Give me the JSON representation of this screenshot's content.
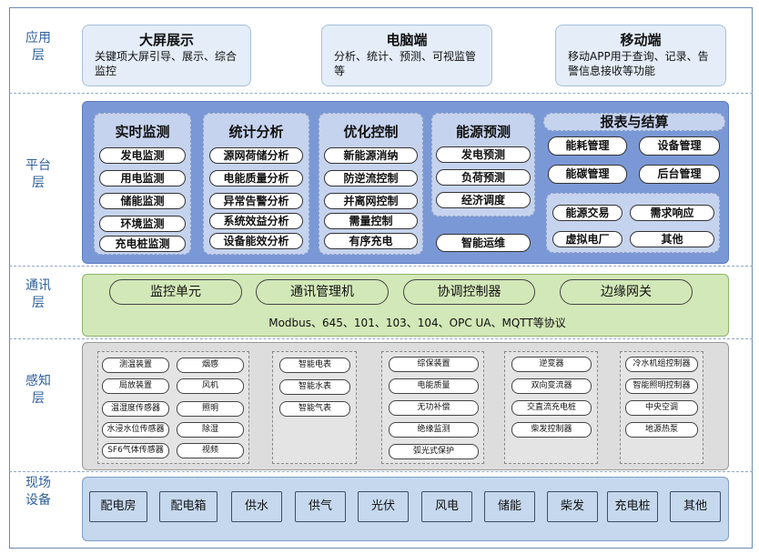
{
  "layers": {
    "app": "应用层",
    "platform": "平台层",
    "comm": "通讯层",
    "sense": "感知层",
    "field": "现场设备"
  },
  "app": {
    "big_screen": {
      "title": "大屏展示",
      "desc": "关键项大屏引导、展示、综合监控"
    },
    "pc": {
      "title": "电脑端",
      "desc": "分析、统计、预测、可视监管等"
    },
    "mobile": {
      "title": "移动端",
      "desc": "移动APP用于查询、记录、告警信息接收等功能"
    }
  },
  "platform": {
    "realtime": {
      "title": "实时监测",
      "items": [
        "发电监测",
        "用电监测",
        "储能监测",
        "环境监测",
        "充电桩监测"
      ]
    },
    "analysis": {
      "title": "统计分析",
      "items": [
        "源网荷储分析",
        "电能质量分析",
        "异常告警分析",
        "系统效益分析",
        "设备能效分析"
      ]
    },
    "control": {
      "title": "优化控制",
      "items": [
        "新能源消纳",
        "防逆流控制",
        "并离网控制",
        "需量控制",
        "有序充电"
      ]
    },
    "forecast": {
      "title": "能源预测",
      "items": [
        "发电预测",
        "负荷预测",
        "经济调度"
      ]
    },
    "ops": "智能运维",
    "reports": {
      "title": "报表与结算",
      "items": [
        "能耗管理",
        "设备管理",
        "能碳管理",
        "后台管理"
      ],
      "sub": [
        "能源交易",
        "需求响应",
        "虚拟电厂",
        "其他"
      ]
    }
  },
  "comm": {
    "items": [
      "监控单元",
      "通讯管理机",
      "协调控制器",
      "边缘网关"
    ],
    "protocol": "Modbus、645、101、103、104、OPC UA、MQTT等协议"
  },
  "sense": {
    "groups": [
      [
        "测温装置",
        "烟感",
        "局放装置",
        "风机",
        "温湿度传感器",
        "照明",
        "水浸水位传感器",
        "除湿",
        "SF6气体传感器",
        "视频"
      ],
      [
        "智能电表",
        "智能水表",
        "智能气表"
      ],
      [
        "综保装置",
        "电能质量",
        "无功补偿",
        "绝缘监测",
        "弧光式保护"
      ],
      [
        "逆变器",
        "双向变流器",
        "交直流充电桩",
        "柴发控制器"
      ],
      [
        "冷水机组控制器",
        "智能照明控制器",
        "中央空调",
        "地源热泵"
      ]
    ]
  },
  "field": {
    "items": [
      "配电房",
      "配电箱",
      "供水",
      "供气",
      "光伏",
      "风电",
      "储能",
      "柴发",
      "充电桩",
      "其他"
    ]
  }
}
